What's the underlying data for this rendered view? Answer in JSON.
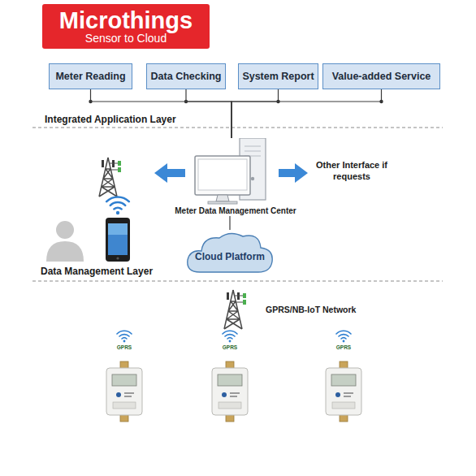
{
  "diagram": {
    "nodes": [
      {
        "text": [
          "Microthings",
          "Sensor to Cloud"
        ]
      },
      {
        "text": [
          "Meter Reading"
        ]
      },
      {
        "text": [
          "Data Checking"
        ]
      },
      {
        "text": [
          "System Report"
        ]
      },
      {
        "text": [
          "Value-added Service"
        ]
      },
      {
        "text": [
          "Meter Data Management Center"
        ]
      },
      {
        "text": [
          "Cloud Platform"
        ]
      }
    ],
    "edges": [
      {
        "from": 1,
        "to": 5,
        "arrow": "none"
      },
      {
        "from": 2,
        "to": 5,
        "arrow": "none"
      },
      {
        "from": 3,
        "to": 5,
        "arrow": "none"
      },
      {
        "from": 4,
        "to": 5,
        "arrow": "none"
      },
      {
        "from": 5,
        "to": 6,
        "arrow": "none"
      }
    ],
    "labels": [
      "Integrated Application Layer",
      "Other Interface if requests",
      "Data Management Layer",
      "GPRS/NB-IoT Network",
      "GPRS",
      "GPRS",
      "GPRS"
    ]
  }
}
